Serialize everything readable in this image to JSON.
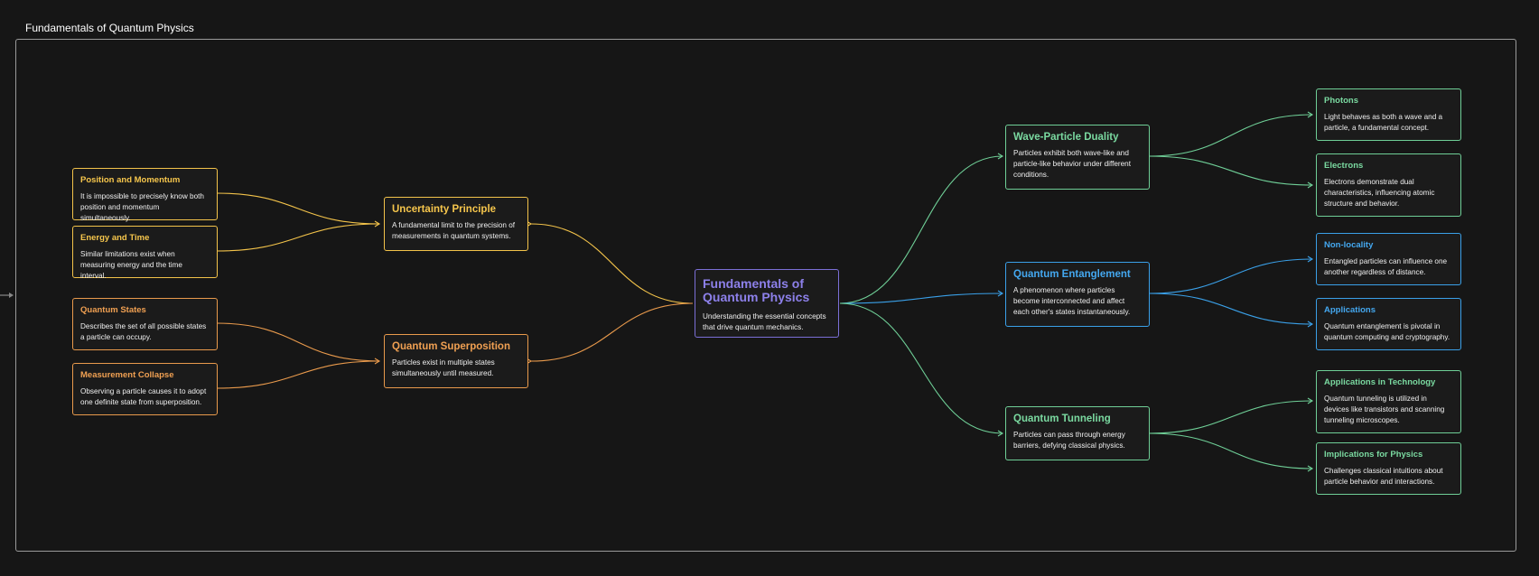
{
  "title": "Fundamentals of Quantum Physics",
  "colors": {
    "yellow": "#f3c34a",
    "orange": "#e99a4c",
    "green": "#6fcf97",
    "blue": "#3aa0e8",
    "purple": "#7b6fd6",
    "background": "#161616",
    "frame": "#9a9a9a"
  },
  "root": {
    "title": "Fundamentals of Quantum Physics",
    "desc": "Understanding the essential concepts that drive quantum mechanics."
  },
  "uncertainty": {
    "title": "Uncertainty Principle",
    "desc": "A fundamental limit to the precision of measurements in quantum systems.",
    "children": [
      {
        "title": "Position and Momentum",
        "desc": "It is impossible to precisely know both position and momentum simultaneously."
      },
      {
        "title": "Energy and Time",
        "desc": "Similar limitations exist when measuring energy and the time interval."
      }
    ]
  },
  "superposition": {
    "title": "Quantum Superposition",
    "desc": "Particles exist in multiple states simultaneously until measured.",
    "children": [
      {
        "title": "Quantum States",
        "desc": "Describes the set of all possible states a particle can occupy."
      },
      {
        "title": "Measurement Collapse",
        "desc": "Observing a particle causes it to adopt one definite state from superposition."
      }
    ]
  },
  "duality": {
    "title": "Wave-Particle Duality",
    "desc": "Particles exhibit both wave-like and particle-like behavior under different conditions.",
    "children": [
      {
        "title": "Photons",
        "desc": "Light behaves as both a wave and a particle, a fundamental concept."
      },
      {
        "title": "Electrons",
        "desc": "Electrons demonstrate dual characteristics, influencing atomic structure and behavior."
      }
    ]
  },
  "entanglement": {
    "title": "Quantum Entanglement",
    "desc": "A phenomenon where particles become interconnected and affect each other's states instantaneously.",
    "children": [
      {
        "title": "Non-locality",
        "desc": "Entangled particles can influence one another regardless of distance."
      },
      {
        "title": "Applications",
        "desc": "Quantum entanglement is pivotal in quantum computing and cryptography."
      }
    ]
  },
  "tunneling": {
    "title": "Quantum Tunneling",
    "desc": "Particles can pass through energy barriers, defying classical physics.",
    "children": [
      {
        "title": "Applications in Technology",
        "desc": "Quantum tunneling is utilized in devices like transistors and scanning tunneling microscopes."
      },
      {
        "title": "Implications for Physics",
        "desc": "Challenges classical intuitions about particle behavior and interactions."
      }
    ]
  }
}
